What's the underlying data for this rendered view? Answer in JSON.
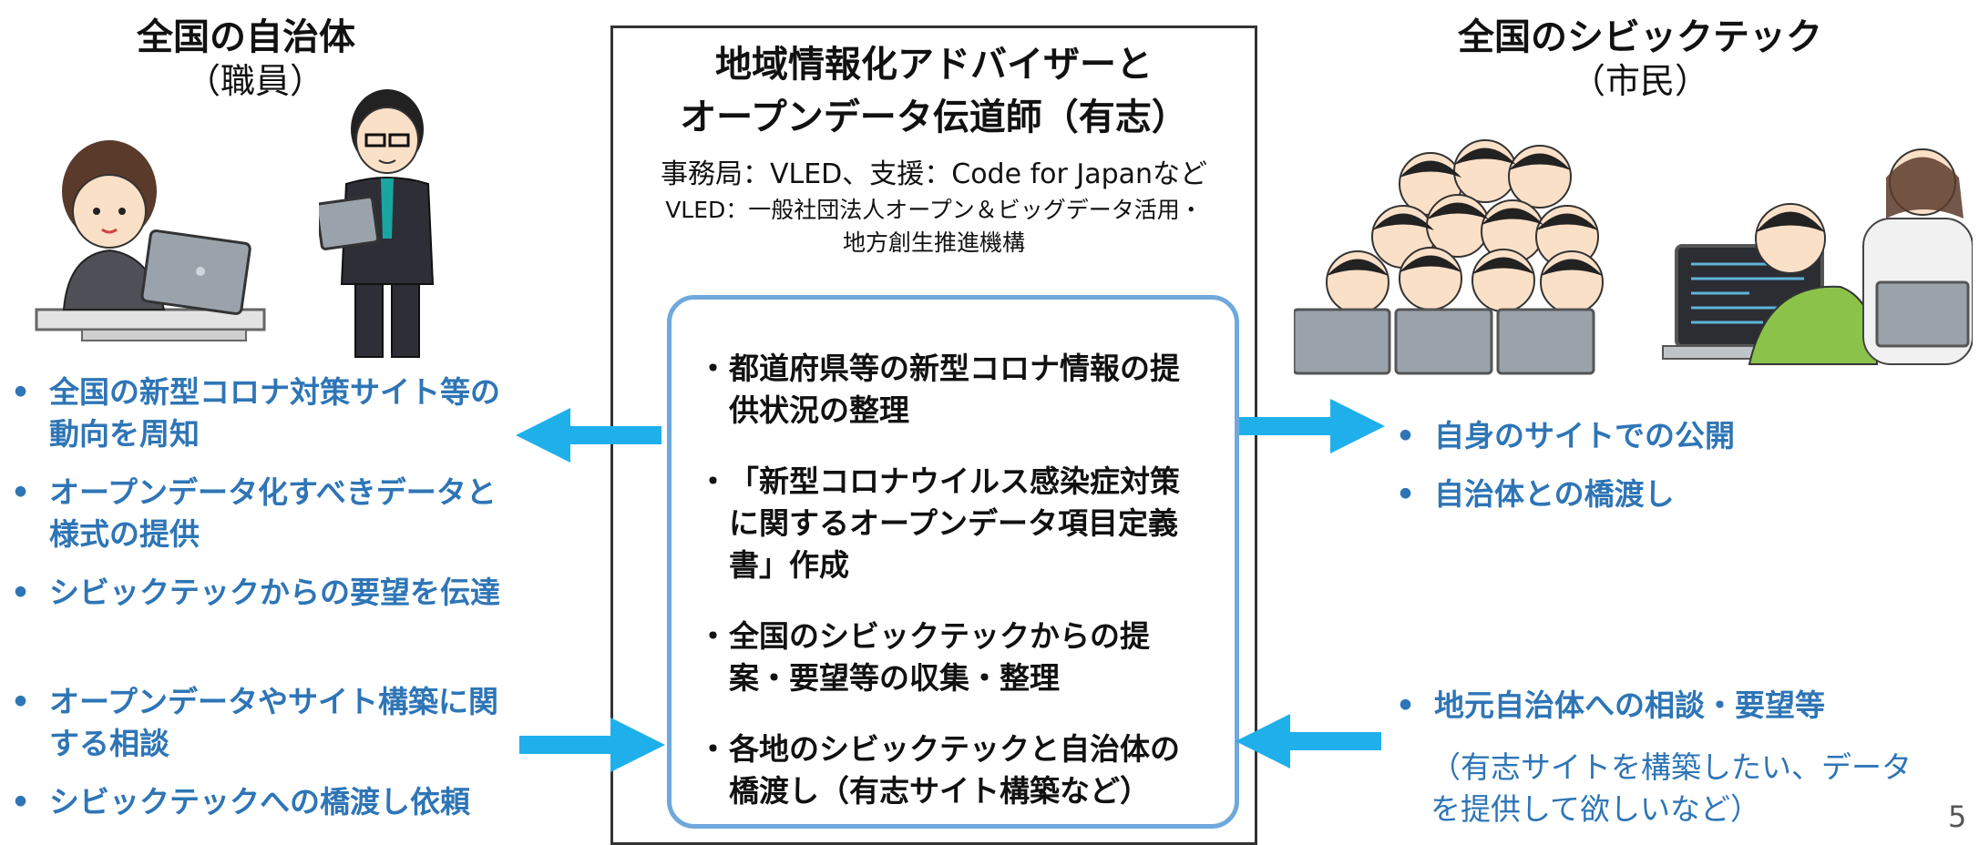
{
  "left": {
    "title": "全国の自治体",
    "subtitle": "（職員）",
    "list_top": [
      "全国の新型コロナ対策サイト等の動向を周知",
      "オープンデータ化すべきデータと様式の提供",
      "シビックテックからの要望を伝達"
    ],
    "list_bottom": [
      "オープンデータやサイト構築に関する相談",
      "シビックテックへの橋渡し依頼"
    ]
  },
  "center": {
    "title_line1": "地域情報化アドバイザーと",
    "title_line2": "オープンデータ伝道師（有志）",
    "note1": "事務局：VLED、支援：Code for Japanなど",
    "note2_line1": "VLED：一般社団法人オープン＆ビッグデータ活用・",
    "note2_line2": "地方創生推進機構",
    "activities": [
      "都道府県等の新型コロナ情報の提供状況の整理",
      "「新型コロナウイルス感染症対策に関するオープンデータ項目定義書」作成",
      "全国のシビックテックからの提案・要望等の収集・整理",
      "各地のシビックテックと自治体の橋渡し（有志サイト構築など）"
    ]
  },
  "right": {
    "title": "全国のシビックテック",
    "subtitle": "（市民）",
    "list_top": [
      "自身のサイトでの公開",
      "自治体との橋渡し"
    ],
    "list_bottom": [
      "地元自治体への相談・要望等"
    ],
    "note": "（有志サイトを構築したい、データを提供して欲しいなど）"
  },
  "page_number": "5",
  "colors": {
    "accent_blue": "#2e75b6",
    "arrow_blue": "#1fb0ec",
    "inner_border": "#6fa8dc"
  },
  "icons": [
    "female-staff-laptop-illustration",
    "male-staff-laptop-illustration",
    "citizens-laptops-illustration"
  ]
}
